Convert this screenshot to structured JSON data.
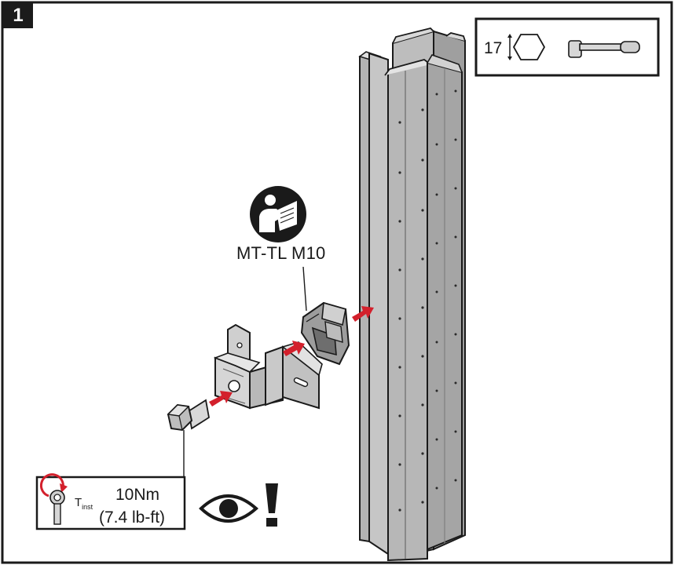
{
  "step": {
    "number": "1"
  },
  "tools": {
    "wrench_size": "17",
    "icons": [
      "hex-nut-size-icon",
      "ratchet-wrench-icon"
    ]
  },
  "part": {
    "label": "MT-TL M10",
    "icon": "read-manual-icon"
  },
  "torque": {
    "symbol_main": "T",
    "symbol_sub": "inst",
    "value": "10Nm",
    "value_imperial": "(7.4 lb-ft)",
    "icon": "torque-wrench-icon"
  },
  "inspection": {
    "icons": [
      "eye-icon",
      "exclamation-icon"
    ]
  },
  "colors": {
    "arrow": "#d3202c",
    "rail": "#a8a8a8",
    "outline": "#1a1a1a"
  }
}
